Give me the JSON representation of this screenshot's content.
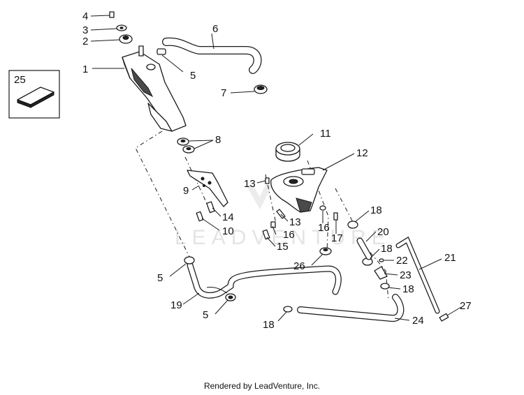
{
  "watermark": "LEADVENTURE",
  "footer": "Rendered by LeadVenture, Inc.",
  "callouts": {
    "c1": "1",
    "c2": "2",
    "c3": "3",
    "c4": "4",
    "c5a": "5",
    "c5b": "5",
    "c5c": "5",
    "c6": "6",
    "c7": "7",
    "c8": "8",
    "c9": "9",
    "c10": "10",
    "c11": "11",
    "c12": "12",
    "c13a": "13",
    "c13b": "13",
    "c14": "14",
    "c15": "15",
    "c16a": "16",
    "c16b": "16",
    "c17": "17",
    "c18a": "18",
    "c18b": "18",
    "c18c": "18",
    "c18d": "18",
    "c19": "19",
    "c20": "20",
    "c21": "21",
    "c22": "22",
    "c23": "23",
    "c24": "24",
    "c25": "25",
    "c26": "26",
    "c27": "27"
  }
}
